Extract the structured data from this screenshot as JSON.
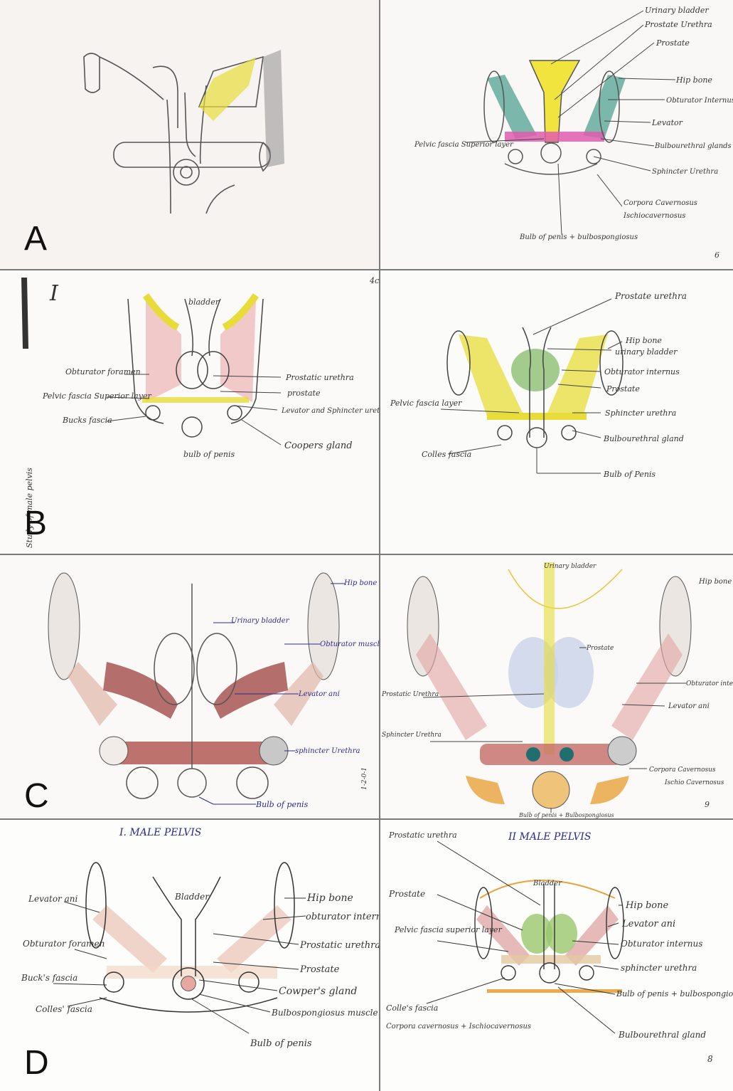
{
  "rows": [
    {
      "label": "A"
    },
    {
      "label": "B"
    },
    {
      "label": "C"
    },
    {
      "label": "D"
    }
  ],
  "A_left": {},
  "A_right": {
    "labels": [
      "Urinary bladder",
      "Prostate Urethra",
      "Prostate",
      "Hip bone",
      "Obturator Internus",
      "Levator",
      "Bulbourethral glands",
      "Sphincter Urethra",
      "Corpora Cavernosus",
      "Ischiocavernosus",
      "Bulb of penis + bulbospongiosus",
      "Pelvic fascia Superior layer"
    ],
    "page_number": "6"
  },
  "B_left": {
    "corner_mark": "I",
    "corner_mark2": "4c",
    "side_note": "Study of male pelvis",
    "labels": [
      "bladder",
      "Obturator foramen",
      "Pelvic fascia Superior layer",
      "Bucks fascia",
      "Prostatic urethra",
      "prostate",
      "Levator and Sphincter urethra",
      "Coopers gland",
      "bulb of penis"
    ]
  },
  "B_right": {
    "labels": [
      "Prostate urethra",
      "Hip bone",
      "urinary bladder",
      "Obturator internus",
      "Prostate",
      "Sphincter urethra",
      "Bulbourethral gland",
      "Bulb of Penis",
      "Pelvic fascia layer",
      "Colles fascia"
    ]
  },
  "C_left": {
    "labels": [
      "Hip bone",
      "Urinary bladder",
      "Obturator muscle",
      "Levator ani",
      "sphincter Urethra",
      "Bulb of penis"
    ],
    "side_note": "1-2-0-1"
  },
  "C_right": {
    "labels": [
      "Hip bone",
      "Urinary bladder",
      "Prostate",
      "Prostatic Urethra",
      "Obturator internus",
      "Levator ani",
      "Sphincter Urethra",
      "Corpora Cavernosus",
      "Ischio Cavernosus",
      "Bulb of penis + Bulbospongiosus"
    ],
    "page_number": "9"
  },
  "D_left": {
    "title": "I. MALE PELVIS",
    "labels": [
      "Bladder",
      "Levator ani",
      "Obturator foramen",
      "Buck's fascia",
      "Colles' fascia",
      "Hip bone",
      "obturator internus",
      "Prostatic urethra",
      "Prostate",
      "Cowper's gland",
      "Bulbospongiosus muscle",
      "Bulb of penis"
    ]
  },
  "D_right": {
    "title": "II MALE PELVIS",
    "labels": [
      "Prostatic urethra",
      "Prostate",
      "Pelvic fascia superior layer",
      "Colle's fascia",
      "Corpora cavernosus + Ischiocavernosus",
      "Bladder",
      "Hip bone",
      "Levator ani",
      "Obturator internus",
      "sphincter urethra",
      "Bulb of penis + bulbospongiosus",
      "Bulbourethral gland"
    ],
    "page_number": "8"
  },
  "colors": {
    "pencil": "#555555",
    "yellow": "#e8dc3a",
    "teal": "#4f9a8c",
    "pink": "#e05cae",
    "red_muscle": "#c87d7d",
    "dark_muscle": "#a24b48",
    "green": "#7db661",
    "blue_ink": "#2b2a8a",
    "orange": "#e8a23a"
  }
}
